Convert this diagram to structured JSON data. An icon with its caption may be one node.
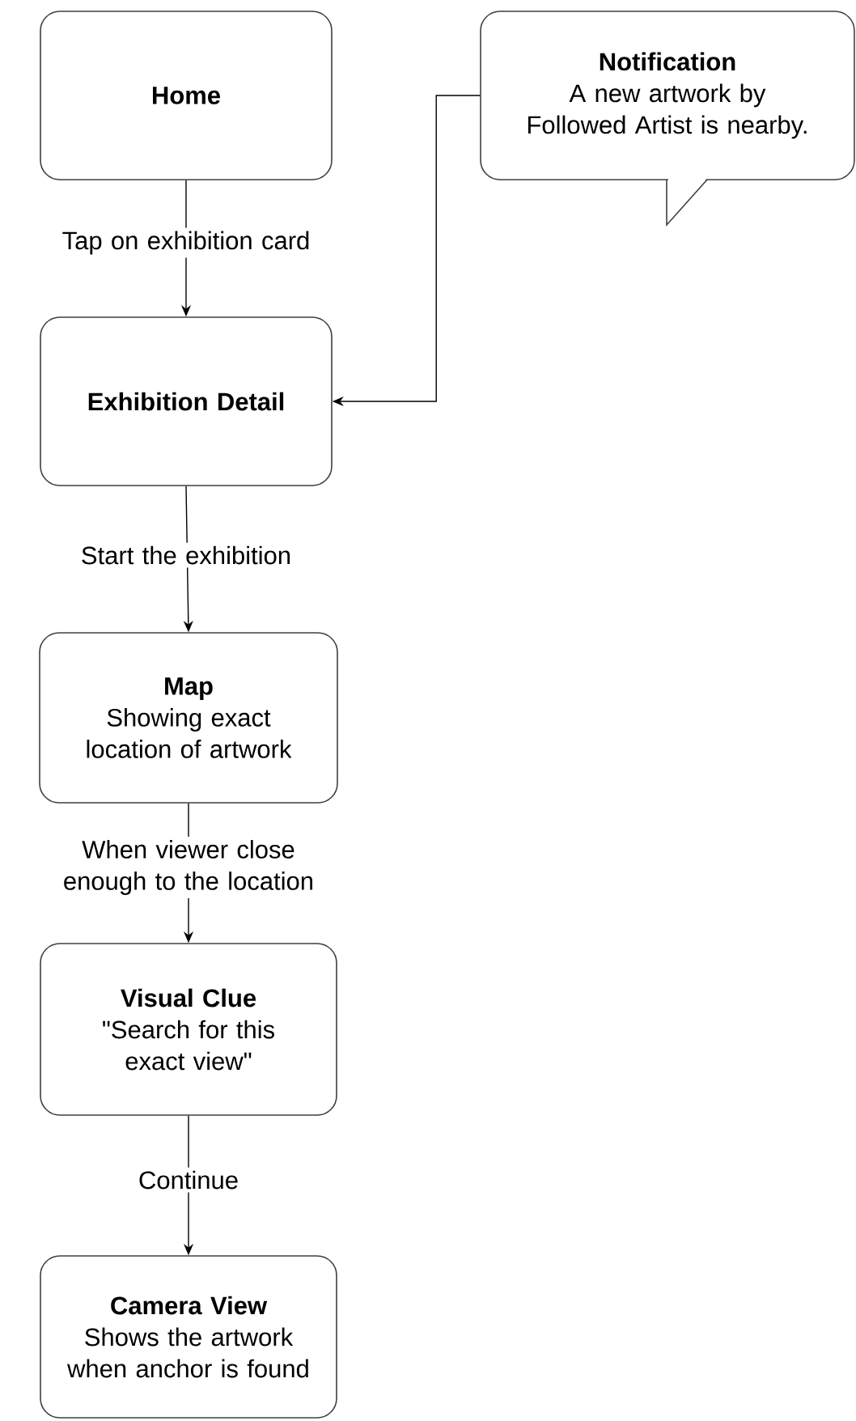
{
  "diagram": {
    "nodes": [
      {
        "text": [
          "Home"
        ]
      },
      {
        "text": [
          "Notification",
          "A new artwork by Followed Artist is nearby."
        ]
      },
      {
        "text": [
          "Exhibition Detail"
        ]
      },
      {
        "text": [
          "Map",
          "Showing exact location of artwork"
        ]
      },
      {
        "text": [
          "Visual Clue",
          "\"Search for this exact view\""
        ]
      },
      {
        "text": [
          "Camera View",
          "Shows the artwork when anchor is found"
        ]
      }
    ],
    "edges": [
      {
        "from": 0,
        "to": 2,
        "arrow": "to",
        "label": "Tap on exhibition card"
      },
      {
        "from": 1,
        "to": 2,
        "arrow": "to"
      },
      {
        "from": 2,
        "to": 3,
        "arrow": "to",
        "label": "Start the exhibition"
      },
      {
        "from": 3,
        "to": 4,
        "arrow": "to",
        "label": "When viewer close enough to the location"
      },
      {
        "from": 4,
        "to": 5,
        "arrow": "to",
        "label": "Continue"
      }
    ]
  }
}
